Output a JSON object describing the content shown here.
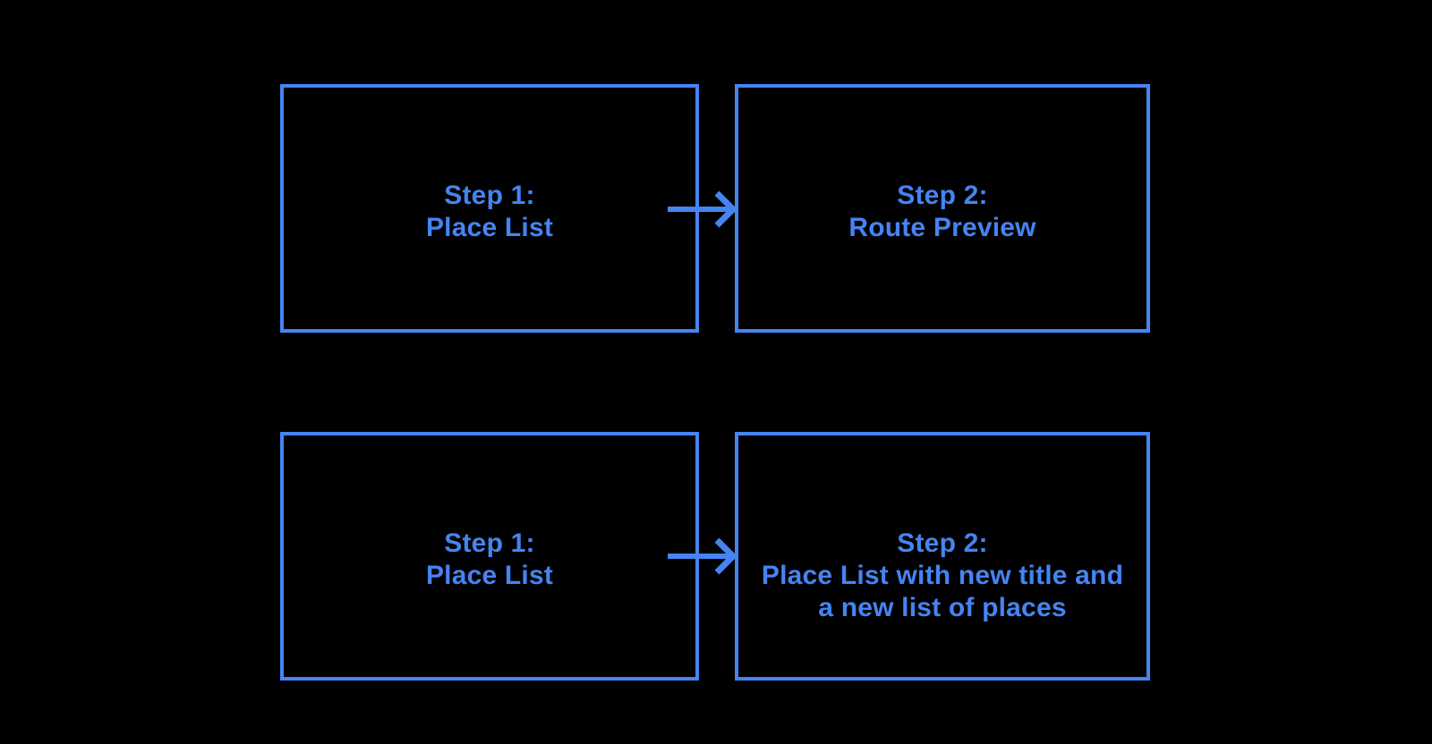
{
  "canvas": {
    "background": "#000000",
    "accent": "#4584F2"
  },
  "icons": {
    "connector": "arrow-right-icon"
  },
  "diagram": {
    "rows": [
      {
        "source": {
          "lines": [
            "Step 1:",
            "Place List"
          ]
        },
        "target": {
          "lines": [
            "Step 2:",
            "Route Preview"
          ]
        }
      },
      {
        "source": {
          "lines": [
            "Step 1:",
            "Place List"
          ]
        },
        "target": {
          "lines": [
            "Step 2:",
            "Place List with new title and",
            "a new list of places"
          ]
        }
      }
    ]
  }
}
